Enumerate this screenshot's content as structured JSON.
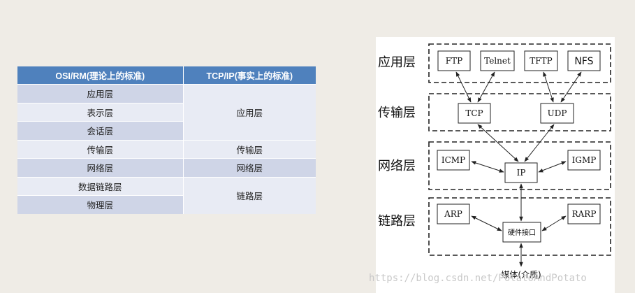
{
  "table": {
    "headers": [
      "OSI/RM(理论上的标准)",
      "TCP/IP(事实上的标准)"
    ],
    "osi_layers": [
      "应用层",
      "表示层",
      "会话层",
      "传输层",
      "网络层",
      "数据链路层",
      "物理层"
    ],
    "tcp_layers": [
      "应用层",
      "传输层",
      "网络层",
      "链路层"
    ],
    "colors": {
      "header": "#4f81bd",
      "dark_row": "#cfd5e7",
      "light_row": "#e8ebf4"
    }
  },
  "diagram": {
    "layers": [
      "应用层",
      "传输层",
      "网络层",
      "链路层"
    ],
    "nodes": {
      "ftp": "FTP",
      "telnet": "Telnet",
      "tftp": "TFTP",
      "nfs": "NFS",
      "tcp": "TCP",
      "udp": "UDP",
      "icmp": "ICMP",
      "ip": "IP",
      "igmp": "IGMP",
      "arp": "ARP",
      "hw": "硬件接口",
      "rarp": "RARP"
    },
    "media_label": "媒体(介质)"
  },
  "watermark": "https://blog.csdn.net/PotatoAndPotato"
}
